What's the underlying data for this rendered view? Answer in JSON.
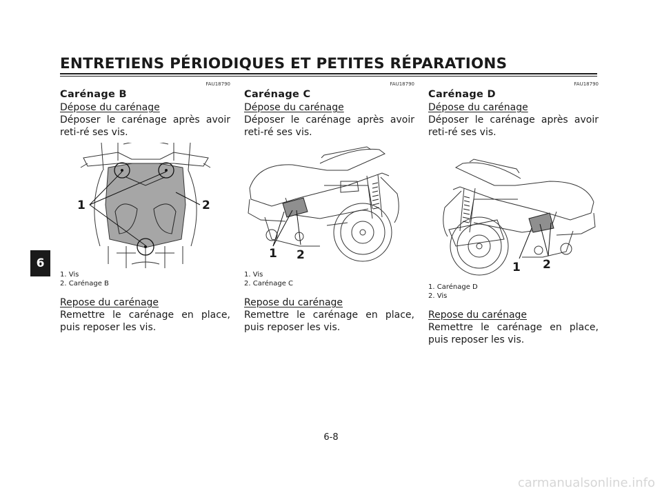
{
  "header": {
    "title": "ENTRETIENS PÉRIODIQUES ET PETITES RÉPARATIONS"
  },
  "chapter_tab": "6",
  "columns": [
    {
      "code": "FAU18790",
      "title": "Carénage B",
      "removal_heading": "Dépose du carénage",
      "removal_text": "Déposer le carénage après avoir reti-ré ses vis.",
      "callouts": [
        "1",
        "2"
      ],
      "captions": [
        "1. Vis",
        "2. Carénage B"
      ],
      "install_heading": "Repose du carénage",
      "install_text": "Remettre le carénage en place, puis reposer les vis."
    },
    {
      "code": "FAU18790",
      "title": "Carénage C",
      "removal_heading": "Dépose du carénage",
      "removal_text": "Déposer le carénage après avoir reti-ré ses vis.",
      "callouts": [
        "1",
        "2"
      ],
      "captions": [
        "1. Vis",
        "2. Carénage C"
      ],
      "install_heading": "Repose du carénage",
      "install_text": "Remettre le carénage en place, puis reposer les vis."
    },
    {
      "code": "FAU18790",
      "title": "Carénage D",
      "removal_heading": "Dépose du carénage",
      "removal_text": "Déposer le carénage après avoir reti-ré ses vis.",
      "callouts": [
        "1",
        "2"
      ],
      "captions": [
        "1. Carénage D",
        "2. Vis"
      ],
      "install_heading": "Repose du carénage",
      "install_text": "Remettre le carénage en place, puis reposer les vis."
    }
  ],
  "footer": {
    "page_number": "6-8"
  },
  "watermark": "carmanualsonline.info"
}
